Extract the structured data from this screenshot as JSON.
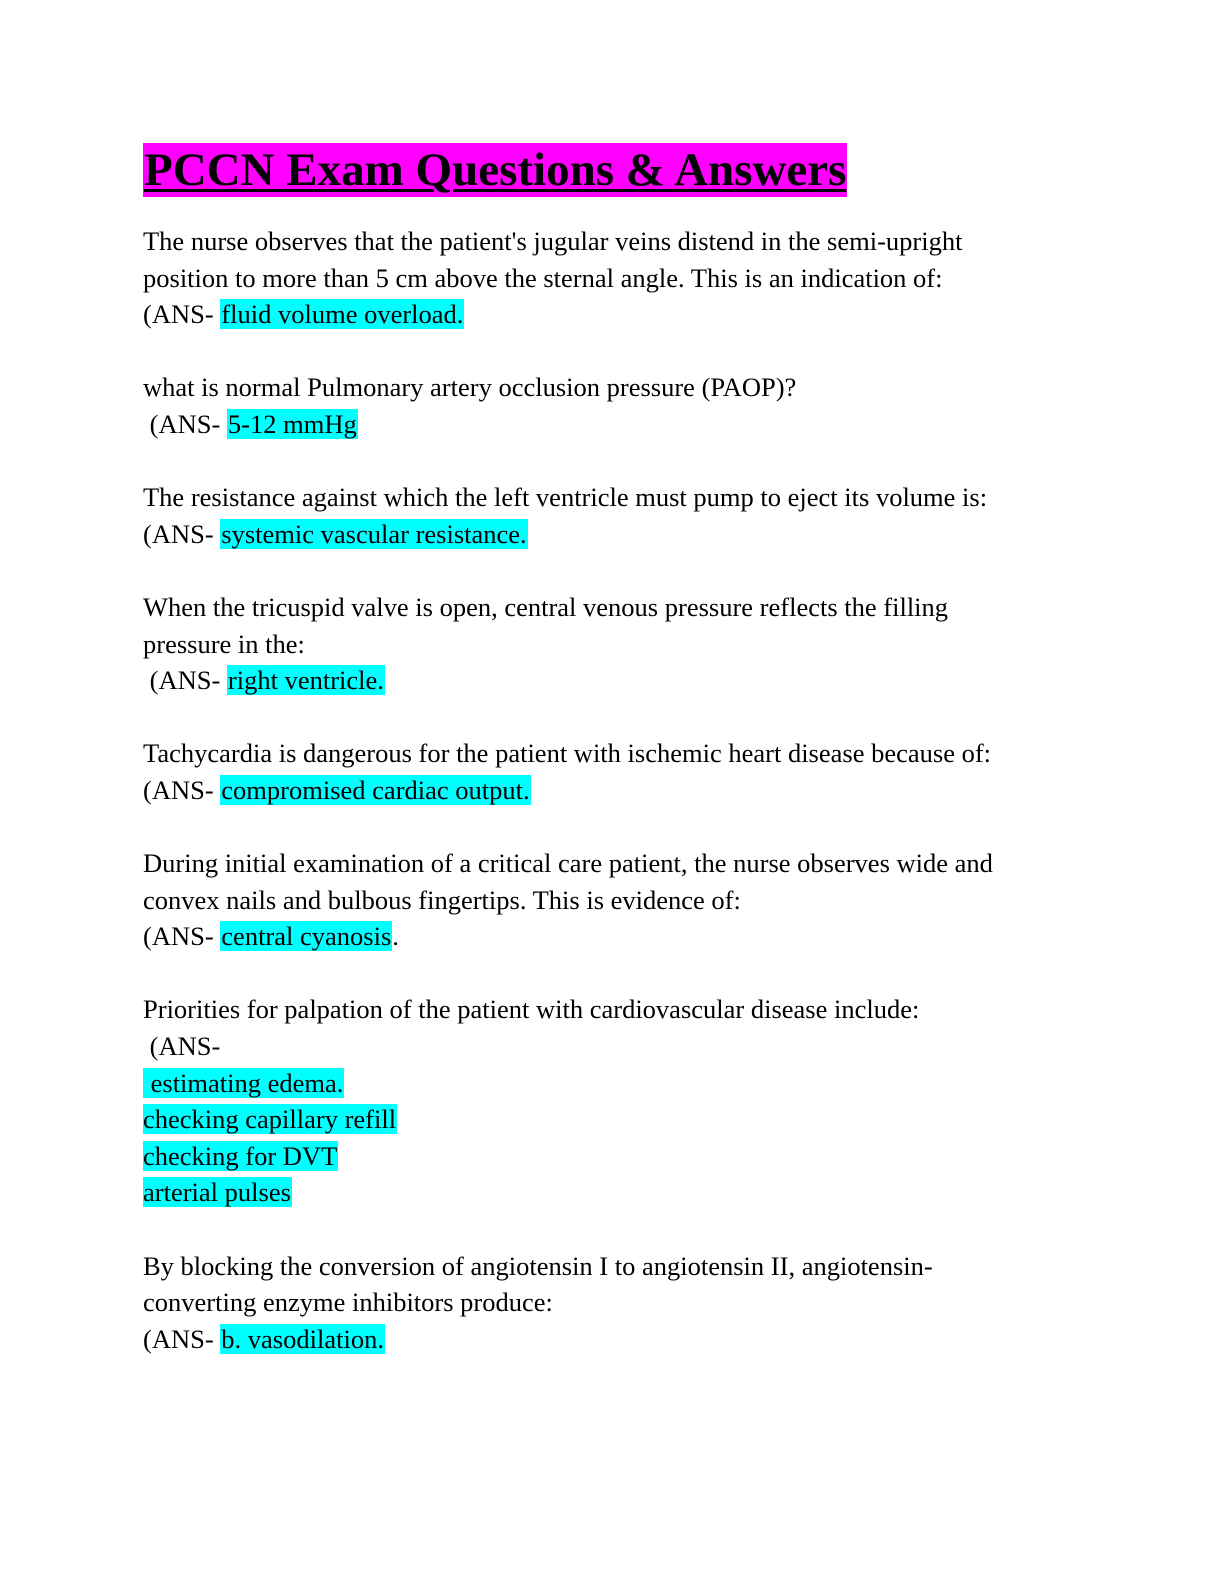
{
  "colors": {
    "title_highlight": "#ff00ff",
    "answer_highlight": "#00ffff"
  },
  "title": "PCCN Exam Questions & Answers",
  "qa": [
    {
      "question_lines": [
        "The nurse observes that the patient's jugular veins distend in the semi-upright",
        "position to more than 5 cm above the sternal angle. This is an indication of:"
      ],
      "ans_prefix": "(ANS- ",
      "answer": "fluid volume overload."
    },
    {
      "question_lines": [
        "what is normal Pulmonary artery occlusion pressure (PAOP)?"
      ],
      "ans_prefix": " (ANS- ",
      "answer": "5-12 mmHg"
    },
    {
      "question_lines": [
        "The resistance against which the left ventricle must pump to eject its volume is:"
      ],
      "ans_prefix": "(ANS- ",
      "answer": "systemic vascular resistance."
    },
    {
      "question_lines": [
        "When the tricuspid valve is open, central venous pressure reflects the filling",
        "pressure in the:"
      ],
      "ans_prefix": " (ANS- ",
      "answer": "right ventricle."
    },
    {
      "question_lines": [
        "Tachycardia is dangerous for the patient with ischemic heart disease because of:"
      ],
      "ans_prefix": "(ANS- ",
      "answer": "compromised cardiac output."
    },
    {
      "question_lines": [
        "During initial examination of a critical care patient, the nurse observes wide and",
        "convex nails and bulbous fingertips. This is evidence of:"
      ],
      "ans_prefix": "(ANS- ",
      "answer": "central cyanosis",
      "ans_suffix": "."
    },
    {
      "question_lines": [
        "Priorities for palpation of the patient with cardiovascular disease include:"
      ],
      "ans_prefix": " (ANS-",
      "answer_lines": [
        " estimating edema.",
        "checking capillary refill",
        "checking for DVT",
        "arterial pulses"
      ]
    },
    {
      "question_lines": [
        "By blocking the conversion of angiotensin I to angiotensin II, angiotensin-",
        "converting enzyme inhibitors produce:"
      ],
      "ans_prefix": "(ANS- ",
      "answer": "b. vasodilation."
    }
  ]
}
